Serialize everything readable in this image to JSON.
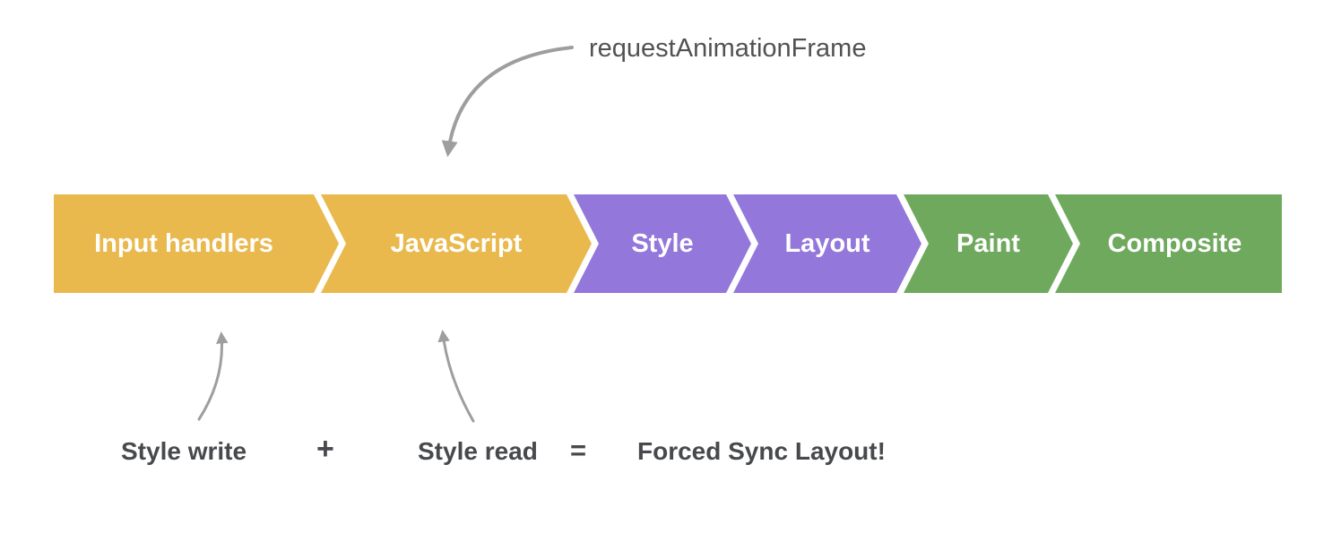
{
  "annotation": {
    "raf_label": "requestAnimationFrame"
  },
  "pipeline": {
    "segments": [
      {
        "label": "Input handlers",
        "color": "#E9B94E"
      },
      {
        "label": "JavaScript",
        "color": "#E9B94E"
      },
      {
        "label": "Style",
        "color": "#9477DB"
      },
      {
        "label": "Layout",
        "color": "#9477DB"
      },
      {
        "label": "Paint",
        "color": "#6FA95D"
      },
      {
        "label": "Composite",
        "color": "#6FA95D"
      }
    ],
    "text_color": "#FFFFFF"
  },
  "equation": {
    "left_label": "Style write",
    "operator_plus": "+",
    "right_label": "Style read",
    "operator_equals": "=",
    "result_label": "Forced Sync Layout!"
  },
  "colors": {
    "annotation_text": "#515254",
    "equation_text": "#47494D",
    "arrow": "#9E9E9E",
    "background": "#FFFFFF"
  }
}
